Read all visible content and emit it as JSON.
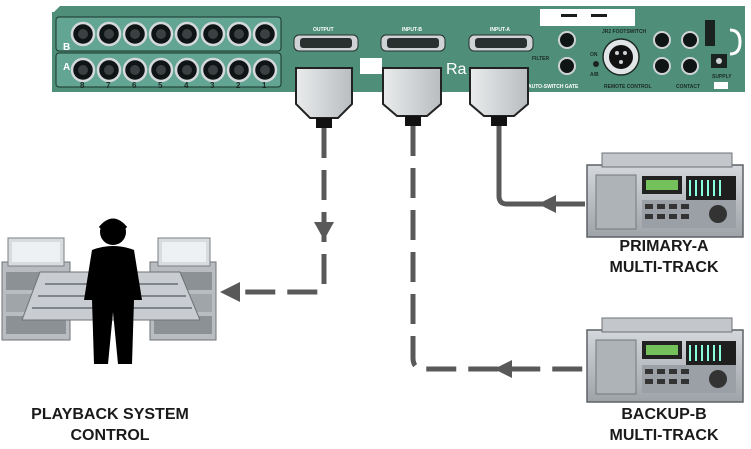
{
  "panel": {
    "row_labels": [
      "B",
      "A"
    ],
    "channel_numbers": [
      "8",
      "7",
      "6",
      "5",
      "4",
      "3",
      "2",
      "1"
    ],
    "connectors": {
      "output": "OUTPUT",
      "input_b": "INPUT-B",
      "input_a": "INPUT-A"
    },
    "small_labels": {
      "footswitch": "JR2 FOOTSWITCH",
      "remote": "REMOTE CONTROL",
      "contact": "CONTACT",
      "supply": "SUPPLY",
      "auto_switch": "AUTO-SWITCH GATE",
      "filter": "FILTER",
      "on": "ON",
      "ab": "A/B"
    },
    "brand_fragment": "Ra",
    "colors": {
      "panel": "#4f8f7a",
      "strip": "#62a592",
      "jack": "#0f1414"
    }
  },
  "devices": {
    "primary": {
      "line1": "PRIMARY-A",
      "line2": "MULTI-TRACK"
    },
    "backup": {
      "line1": "BACKUP-B",
      "line2": "MULTI-TRACK"
    }
  },
  "playback": {
    "line1": "PLAYBACK SYSTEM",
    "line2": "CONTROL"
  },
  "colors": {
    "cable": "#595959",
    "label": "#1a1a1a"
  }
}
